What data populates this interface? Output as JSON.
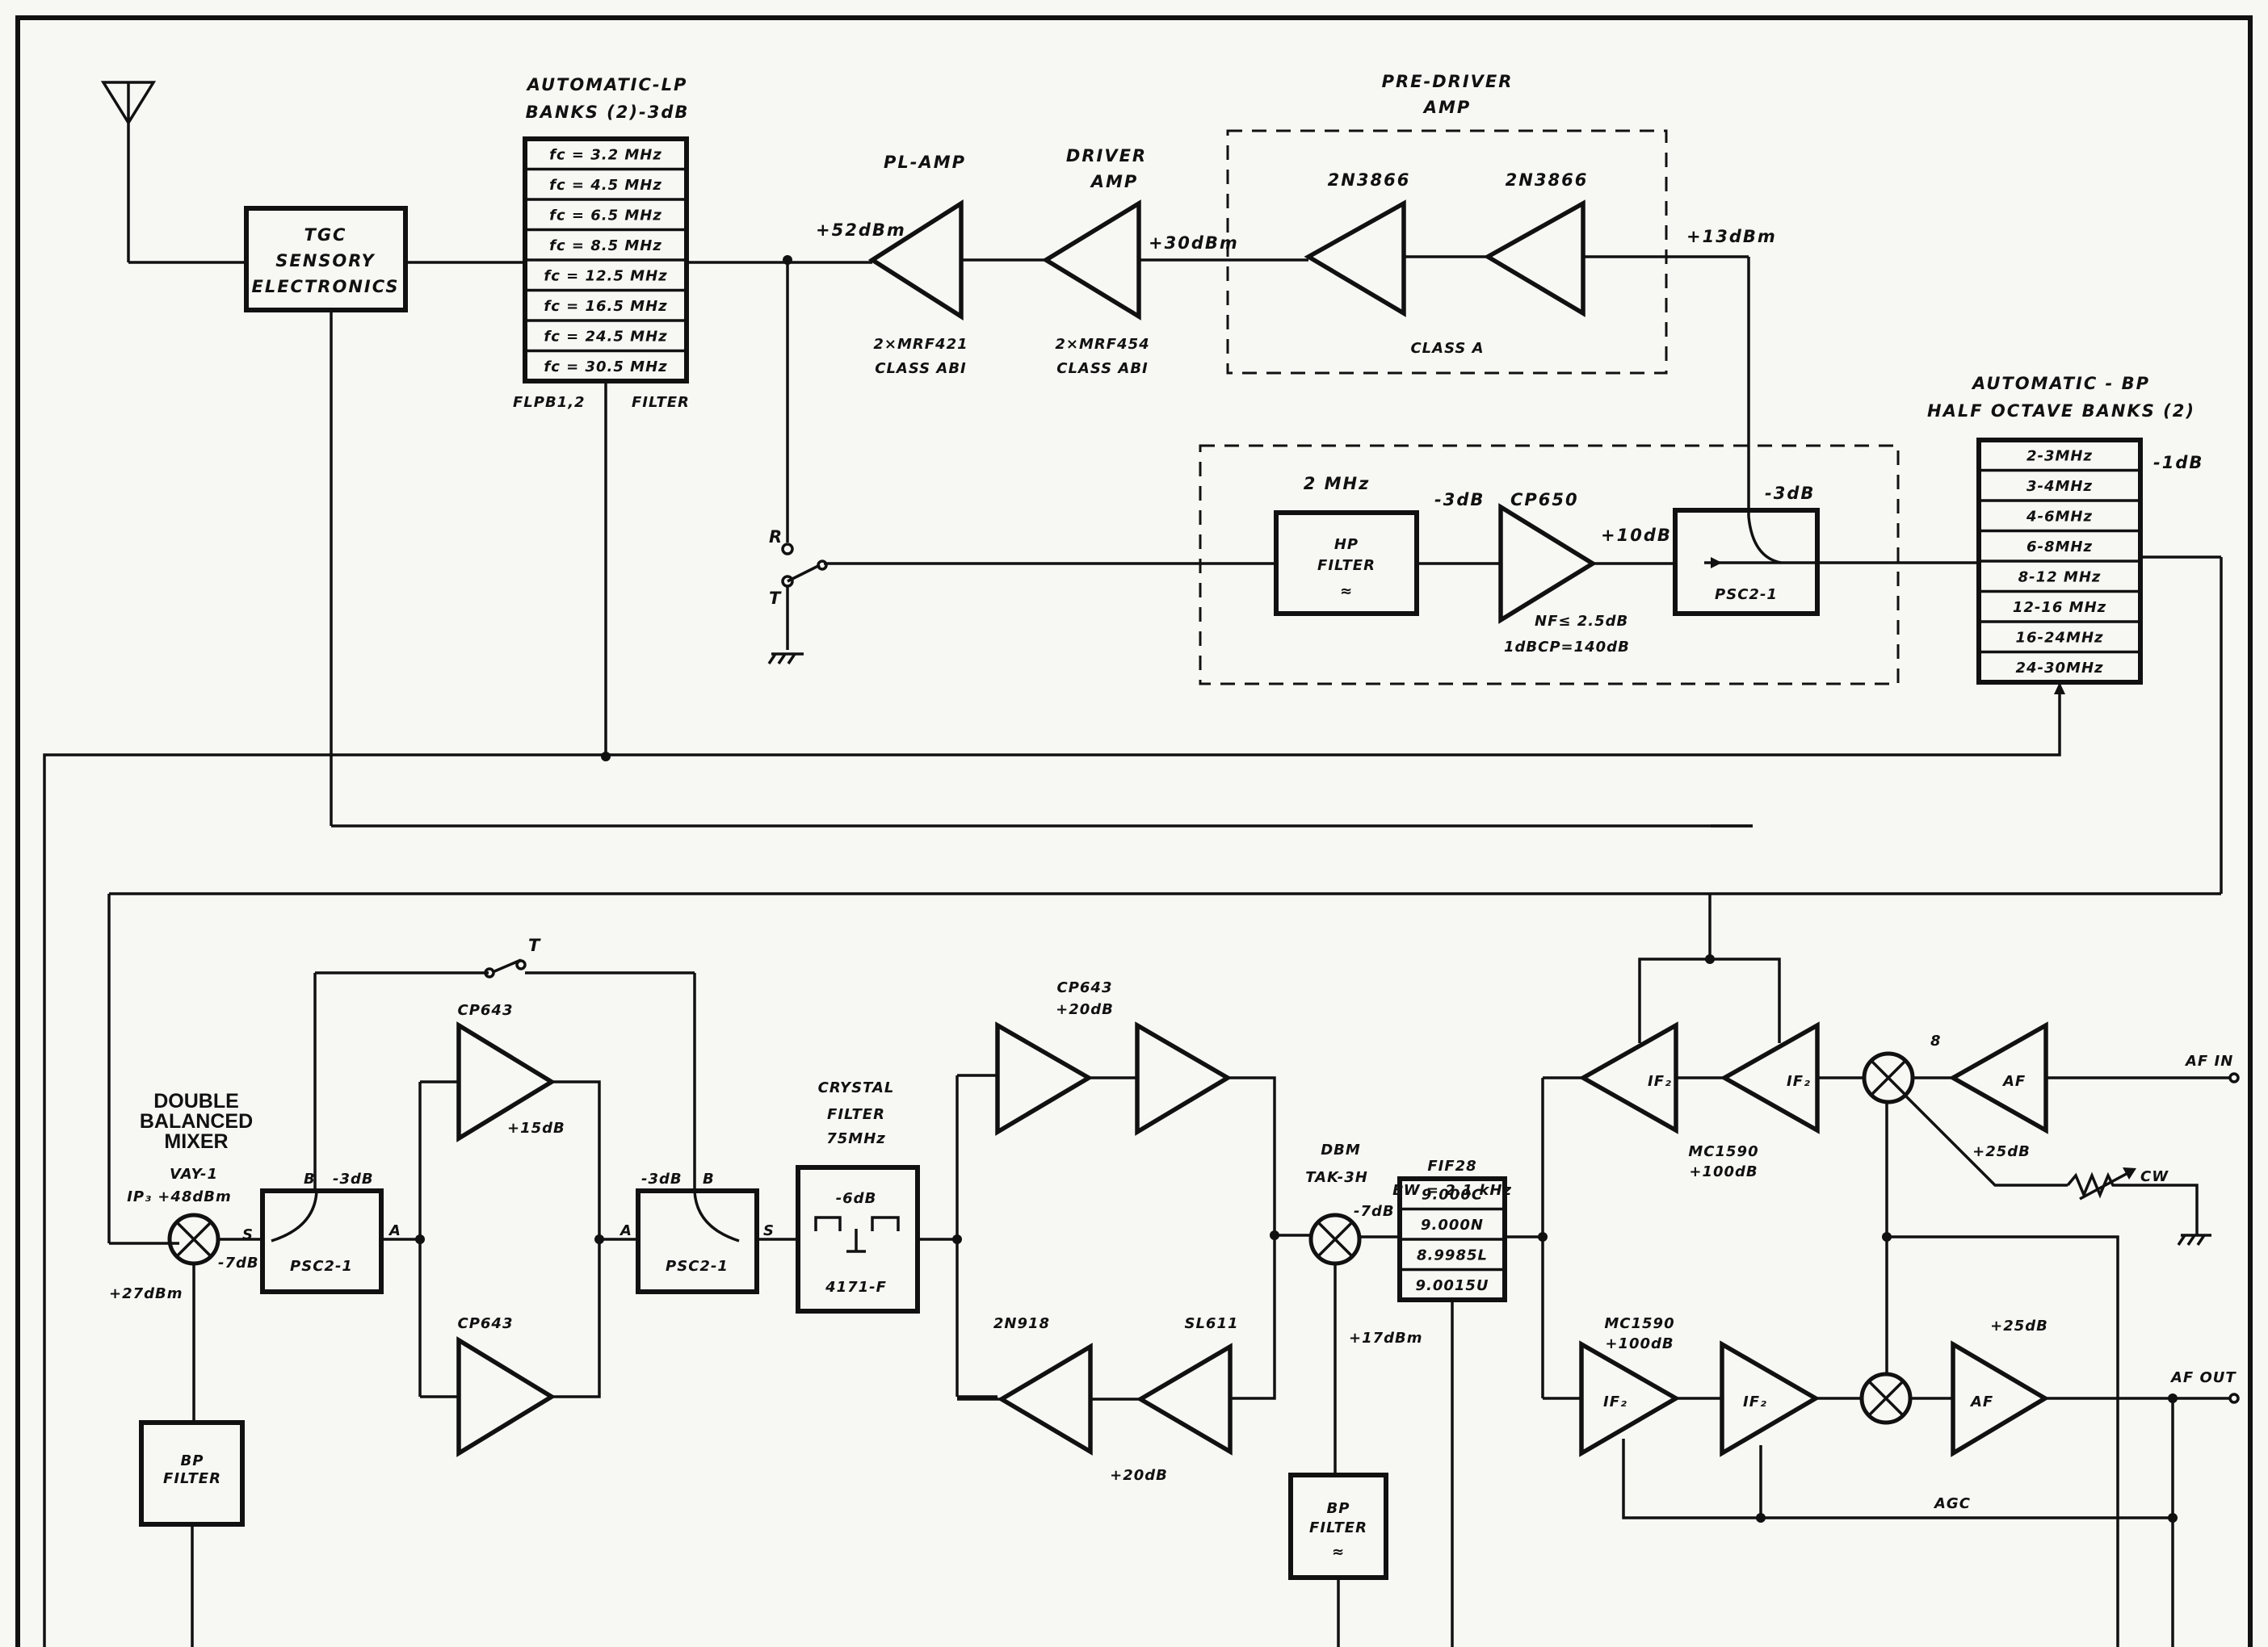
{
  "antenna": "antenna-icon",
  "tgc": {
    "line1": "TGC",
    "line2": "SENSORY",
    "line3": "ELECTRONICS"
  },
  "lp_banks": {
    "title1": "AUTOMATIC-LP",
    "title2": "BANKS (2)-3dB",
    "rows": [
      "fc = 3.2 MHz",
      "fc = 4.5 MHz",
      "fc = 6.5 MHz",
      "fc = 8.5 MHz",
      "fc = 12.5 MHz",
      "fc = 16.5 MHz",
      "fc = 24.5 MHz",
      "fc = 30.5 MHz"
    ],
    "footer_left": "FLPB1,2",
    "footer_right": "FILTER"
  },
  "pl_amp": {
    "title": "PL-AMP",
    "in_level": "+52dBm",
    "part": "2×MRF421",
    "class": "CLASS ABI"
  },
  "driver_amp": {
    "title1": "DRIVER",
    "title2": "AMP",
    "part": "2×MRF454",
    "class": "CLASS ABI",
    "level": "+30dBm"
  },
  "pre_driver": {
    "title1": "PRE-DRIVER",
    "title2": "AMP",
    "t1": "2N3866",
    "t2": "2N3866",
    "class": "CLASS A",
    "out_level": "+13dBm"
  },
  "switch": {
    "r": "R",
    "t": "T"
  },
  "rx_front": {
    "hp_freq": "2 MHz",
    "hp_line1": "HP",
    "hp_line2": "FILTER",
    "hp_loss": "-3dB",
    "amp_part": "CP650",
    "amp_gain": "+10dB",
    "nf": "NF≤ 2.5dB",
    "bcp": "1dBCP=140dB",
    "psc_loss": "-3dB",
    "psc": "PSC2-1"
  },
  "bp_banks": {
    "title1": "AUTOMATIC - BP",
    "title2": "HALF OCTAVE BANKS (2)",
    "loss": "-1dB",
    "rows": [
      "2-3MHz",
      "3-4MHz",
      "4-6MHz",
      "6-8MHz",
      "8-12 MHz",
      "12-16 MHz",
      "16-24MHz",
      "24-30MHz"
    ]
  },
  "mixer": {
    "line1": "DOUBLE",
    "line2": "BALANCED",
    "line3": "MIXER",
    "part": "VAY-1",
    "ip": "IP₃ +48dBm",
    "loss": "-7dB",
    "lo_level": "+27dBm",
    "port_s": "S"
  },
  "psc_a": {
    "label": "PSC2-1",
    "b": "B",
    "loss": "-3dB",
    "a": "A"
  },
  "cp643_top": {
    "part": "CP643",
    "gain": "+15dB"
  },
  "cp643_bottom": {
    "part": "CP643"
  },
  "switch2": {
    "t": "T"
  },
  "psc_b": {
    "label": "PSC2-1",
    "loss": "-3dB",
    "b": "B",
    "a": "A",
    "s": "S"
  },
  "crystal": {
    "title1": "CRYSTAL",
    "title2": "FILTER",
    "freq": "75MHz",
    "loss": "-6dB",
    "part": "4171-F"
  },
  "if_top": {
    "part": "CP643",
    "gain": "+20dB"
  },
  "if_bottom": {
    "p1": "2N918",
    "p2": "SL611",
    "gain": "+20dB"
  },
  "dbm": {
    "title": "DBM",
    "part": "TAK-3H",
    "loss": "-7dB",
    "lo_level": "+17dBm"
  },
  "fif": {
    "title": "FIF28",
    "bw": "BW = 2.1 kHz",
    "rows": [
      "9.000C",
      "9.000N",
      "8.9985L",
      "9.0015U"
    ]
  },
  "bp_filter_1": {
    "line1": "BP",
    "line2": "FILTER"
  },
  "bp_filter_2": {
    "line1": "BP",
    "line2": "FILTER"
  },
  "if2": {
    "label": "IF₂",
    "top_part": "MC1590",
    "top_gain": "+100dB",
    "bot_part": "MC1590",
    "bot_gain": "+100dB"
  },
  "af": {
    "label": "AF",
    "top_gain": "+25dB",
    "bot_gain": "+25dB",
    "in": "AF IN",
    "out": "AF OUT",
    "cw": "CW",
    "agc": "AGC",
    "mark": "8"
  }
}
